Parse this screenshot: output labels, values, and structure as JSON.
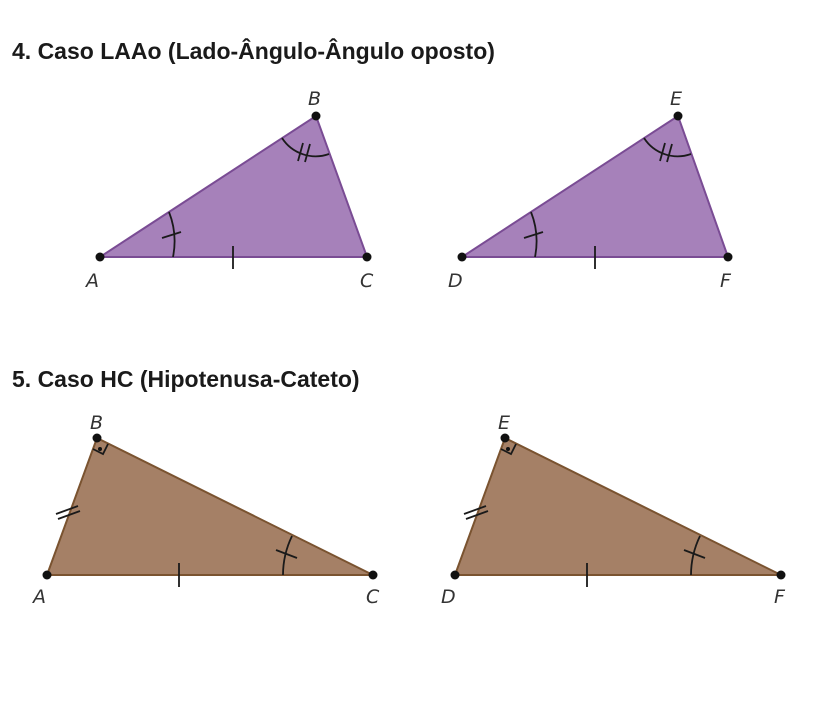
{
  "sections": [
    {
      "heading": "4. Caso LAAo (Lado-Ângulo-Ângulo oposto)",
      "fill_color": "#a681ba",
      "stroke_color": "#7a4c94",
      "triangles": [
        {
          "vertices": [
            "A",
            "B",
            "C"
          ]
        },
        {
          "vertices": [
            "D",
            "E",
            "F"
          ]
        }
      ]
    },
    {
      "heading": "5. Caso HC (Hipotenusa-Cateto)",
      "fill_color": "#a58066",
      "stroke_color": "#7a5330",
      "triangles": [
        {
          "vertices": [
            "A",
            "B",
            "C"
          ]
        },
        {
          "vertices": [
            "D",
            "E",
            "F"
          ]
        }
      ]
    }
  ]
}
